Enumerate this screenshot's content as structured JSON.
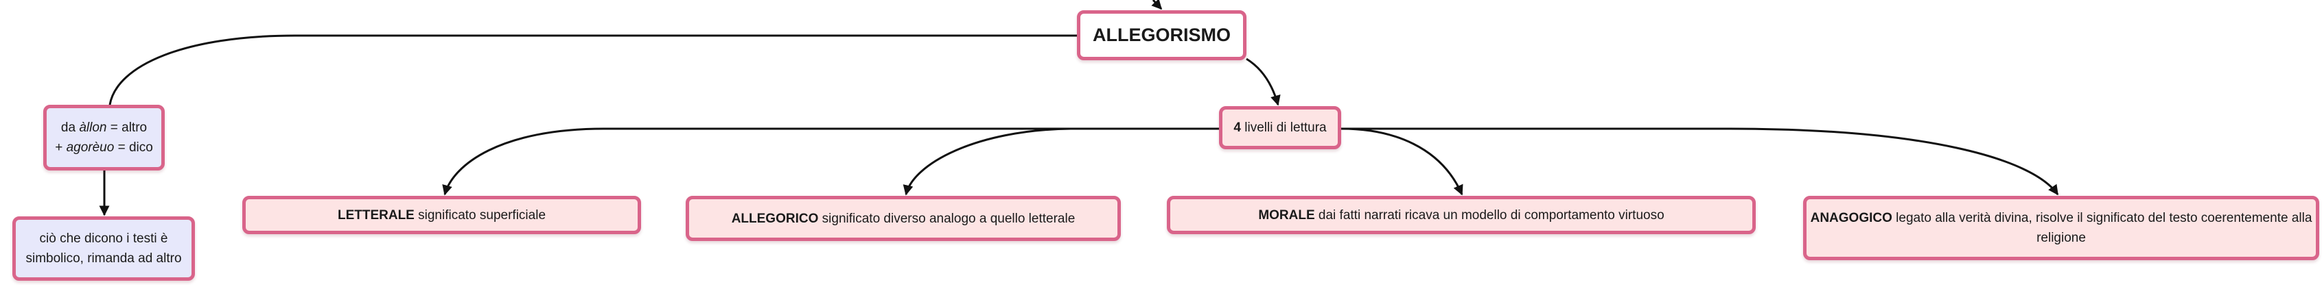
{
  "diagram": {
    "root": {
      "label": "ALLEGORISMO"
    },
    "etymology": {
      "line1_pre": "da ",
      "line1_word": "àllon",
      "line1_post": " = altro",
      "line2_pre": "+ ",
      "line2_word": "agorèuo",
      "line2_post": " = dico"
    },
    "meaning": {
      "line1": "ciò che dicono i testi è",
      "line2": "simbolico, rimanda ad altro"
    },
    "levels": {
      "number": "4",
      "text": " livelli di lettura"
    },
    "children": [
      {
        "key": "LETTERALE",
        "text": " significato superficiale"
      },
      {
        "key": "ALLEGORICO",
        "text": " significato diverso analogo a quello letterale"
      },
      {
        "key": "MORALE",
        "text": " dai fatti narrati ricava un modello di comportamento virtuoso"
      },
      {
        "key": "ANAGOGICO",
        "text": " legato alla verità divina, risolve il significato del testo coerentemente alla religione"
      }
    ],
    "colors": {
      "border": "#d9648a",
      "node_pink": "#fde4e4",
      "node_lavender": "#e7e8fb",
      "edge": "#111111"
    }
  }
}
